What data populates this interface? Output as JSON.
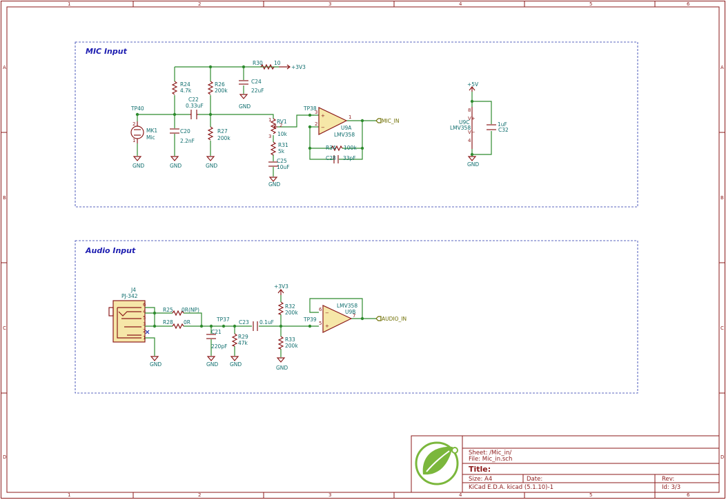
{
  "frame": {
    "columns": [
      "1",
      "2",
      "3",
      "4",
      "5",
      "6"
    ],
    "rows": [
      "A",
      "B",
      "C",
      "D"
    ]
  },
  "sections": {
    "mic": "MIC Input",
    "audio": "Audio Input"
  },
  "mic_circuit": {
    "tp40": "TP40",
    "mk1_ref": "MK1",
    "mk1_val": "Mic",
    "r24_ref": "R24",
    "r24_val": "4.7k",
    "c20_ref": "C20",
    "c20_val": "2.2nF",
    "c22_ref": "C22",
    "c22_val": "0.33uF",
    "r26_ref": "R26",
    "r26_val": "200k",
    "r27_ref": "R27",
    "r27_val": "200k",
    "c24_ref": "C24",
    "c24_val": "22uF",
    "r30_ref": "R30",
    "r30_val": "10",
    "pwr_3v3": "+3V3",
    "tp38": "TP38",
    "rv1_ref": "RV1",
    "rv1_val": "10k",
    "r31_ref": "R31",
    "r31_val": "5k",
    "c25_ref": "C25",
    "c25_val": "10uF",
    "u9a_ref": "U9A",
    "u9a_val": "LMV358",
    "r34_ref": "R34",
    "r34_val": "100k",
    "c28_ref": "C28",
    "c28_val": "33pF",
    "net_out": "MIC_IN",
    "u9c_ref": "U9C",
    "u9c_val": "LMV358",
    "c32_ref": "C32",
    "c32_val": "1uF",
    "pwr_5v": "+5V",
    "gnd": "GND"
  },
  "audio_circuit": {
    "j4_ref": "J4",
    "j4_val": "PJ-342",
    "r25_ref": "R25",
    "r25_val": "0R(NP)",
    "r28_ref": "R28",
    "r28_val": "0R",
    "tp37": "TP37",
    "c21_ref": "C21",
    "c21_val": "220pF",
    "r29_ref": "R29",
    "r29_val": "47k",
    "c23_ref": "C23",
    "c23_val": "0.1uF",
    "pwr_3v3": "+3V3",
    "r32_ref": "R32",
    "r32_val": "200k",
    "r33_ref": "R33",
    "r33_val": "200k",
    "tp39": "TP39",
    "u9b_ref": "U9B",
    "u9b_val": "LMV358",
    "net_out": "AUDIO_IN",
    "gnd": "GND"
  },
  "title_block": {
    "sheet": "Sheet: /Mic_in/",
    "file": "File: Mic_in.sch",
    "title": "Title:",
    "size": "Size: A4",
    "date": "Date:",
    "rev": "Rev:",
    "app": "KiCad E.D.A.  kicad (5.1.10)-1",
    "id": "Id: 3/3",
    "logo_color": "#7bb73c"
  }
}
